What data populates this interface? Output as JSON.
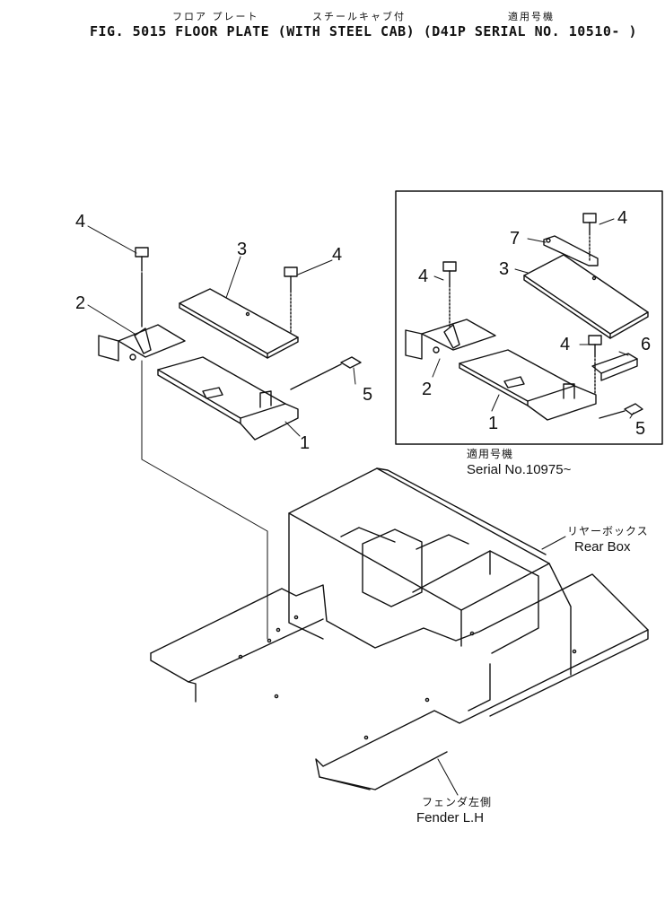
{
  "header": {
    "jp_floor_plate": "フロア プレート",
    "jp_steel_cab": "スチールキャブ付",
    "jp_applicable": "適用号機",
    "title": "FIG. 5015  FLOOR PLATE (WITH STEEL CAB) (D41P SERIAL NO. 10510- )"
  },
  "inset": {
    "jp_applicable": "適用号機",
    "serial": "Serial  No.10975~",
    "callouts": [
      "4",
      "7",
      "4",
      "3",
      "4",
      "6",
      "2",
      "1",
      "5"
    ]
  },
  "main": {
    "callouts": [
      "4",
      "3",
      "4",
      "2",
      "5",
      "1"
    ]
  },
  "labels": {
    "rear_box_jp": "リヤーボックス",
    "rear_box": "Rear Box",
    "fender_jp": "フェンダ左側",
    "fender": "Fender  L.H"
  }
}
